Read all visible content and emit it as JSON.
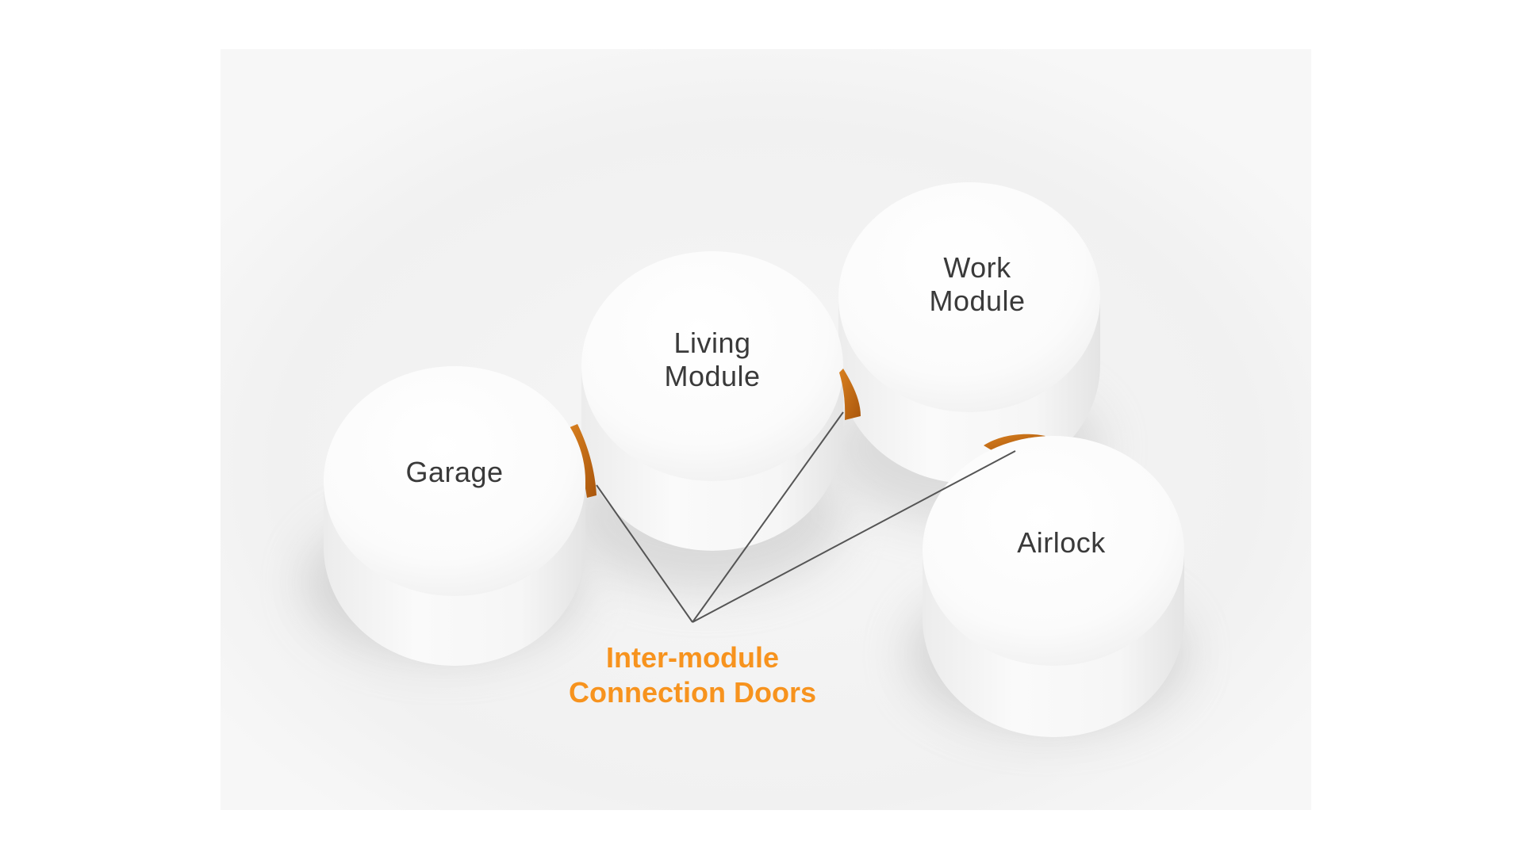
{
  "modules": {
    "garage": {
      "line1": "Garage"
    },
    "living": {
      "line1": "Living",
      "line2": "Module"
    },
    "work": {
      "line1": "Work",
      "line2": "Module"
    },
    "airlock": {
      "line1": "Airlock"
    }
  },
  "callout": {
    "line1": "Inter-module",
    "line2": "Connection Doors",
    "color": "#f7931e"
  },
  "colors": {
    "background": "#ffffff",
    "panel": "#f3f3f3",
    "module": "#ffffff",
    "door": "#c66a10",
    "leader_line": "#555555",
    "label_text": "#3a3a3a"
  }
}
